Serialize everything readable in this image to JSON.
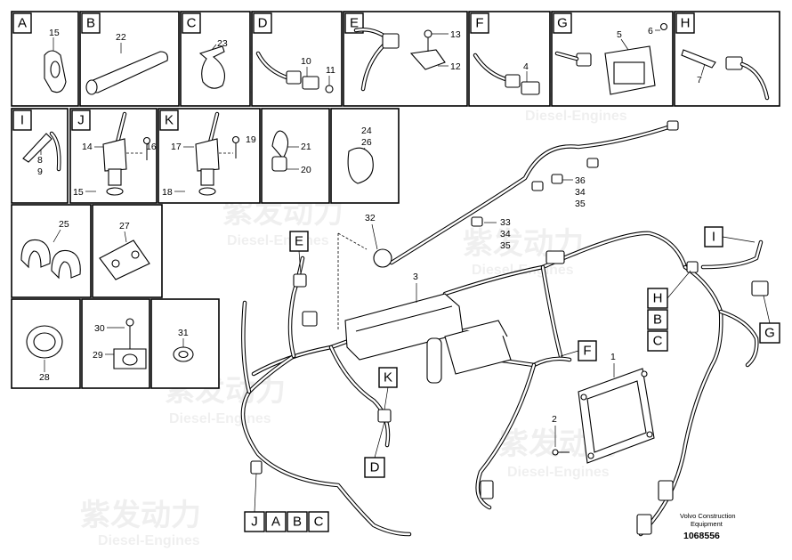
{
  "watermark": {
    "brand": "紫发动力",
    "subtitle": "Diesel-Engines"
  },
  "footer": {
    "line1": "Volvo Construction",
    "line2": "Equipment",
    "drawing_number": "1068556"
  },
  "inset_letters": [
    "A",
    "B",
    "C",
    "D",
    "E",
    "F",
    "G",
    "H",
    "I",
    "J",
    "K"
  ],
  "part_numbers": {
    "n1": "1",
    "n2": "2",
    "n3": "3",
    "n4": "4",
    "n5": "5",
    "n6": "6",
    "n7": "7",
    "n8": "8",
    "n9": "9",
    "n10": "10",
    "n11": "11",
    "n12": "12",
    "n13": "13",
    "n14": "14",
    "n15a": "15",
    "n15b": "15",
    "n16": "16",
    "n17": "17",
    "n18": "18",
    "n19": "19",
    "n20": "20",
    "n21": "21",
    "n22": "22",
    "n23": "23",
    "n24": "24",
    "n25": "25",
    "n26": "26",
    "n27": "27",
    "n28": "28",
    "n29": "29",
    "n30": "30",
    "n31": "31",
    "n32": "32",
    "n33": "33",
    "n34a": "34",
    "n35a": "35",
    "n36": "36",
    "n34b": "34",
    "n35b": "35"
  },
  "callouts": {
    "E": "E",
    "F": "F",
    "G": "G",
    "H": "H",
    "B": "B",
    "C": "C",
    "I": "I",
    "K": "K",
    "D": "D",
    "J2": "J",
    "A2": "A",
    "B2": "B",
    "C2": "C"
  }
}
